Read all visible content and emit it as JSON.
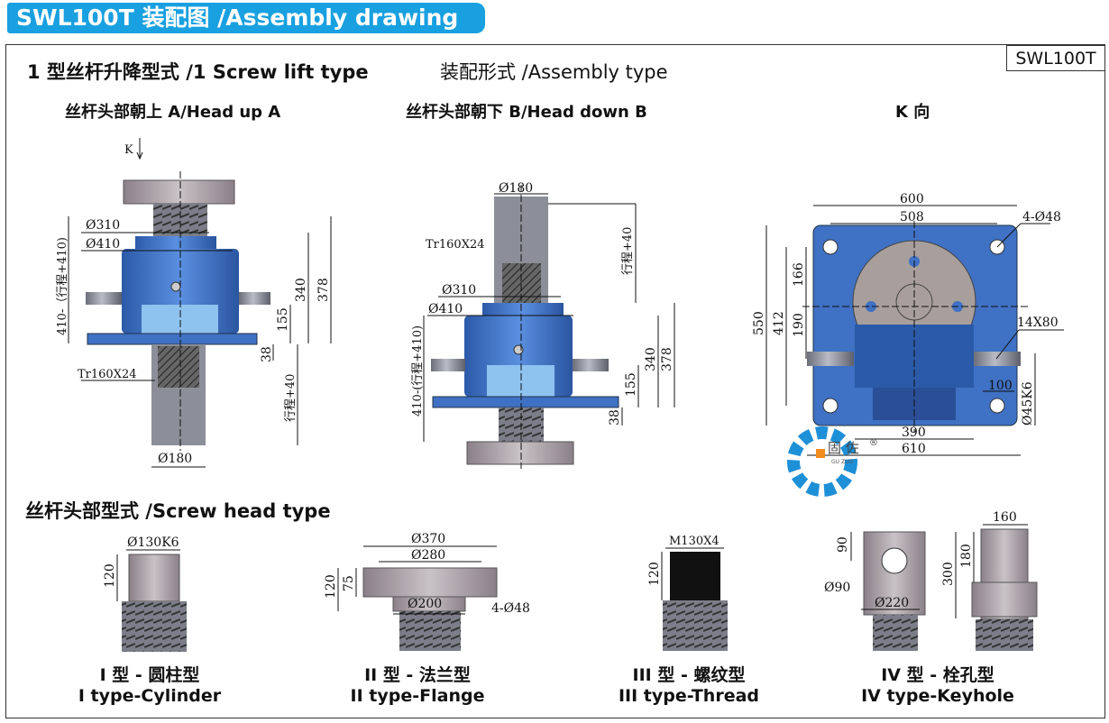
{
  "header": {
    "title": "SWL100T 装配图 /Assembly drawing",
    "model_box": "SWL100T"
  },
  "section1": {
    "title": "1 型丝杆升降型式 /1 Screw lift type",
    "subtitle": "装配形式 /Assembly type",
    "view_a": "丝杆头部朝上 A/Head up A",
    "view_b": "丝杆头部朝下 B/Head down B",
    "view_k": "K 向"
  },
  "drawing_a": {
    "k_label": "K",
    "d310": "Ø310",
    "d410": "Ø410",
    "total": "410-（行程+410)",
    "h340": "340",
    "h378": "378",
    "h155": "155",
    "h38": "38",
    "thread": "Tr160X24",
    "stroke": "行程+40",
    "d180": "Ø180"
  },
  "drawing_b": {
    "d180": "Ø180",
    "thread": "Tr160X24",
    "stroke": "行程+40",
    "d310": "Ø310",
    "d410": "Ø410",
    "total": "410-(行程+410)",
    "h340": "340",
    "h378": "378",
    "h155": "155",
    "h38": "38"
  },
  "drawing_k": {
    "w600": "600",
    "w508": "508",
    "holes": "4-Ø48",
    "h550": "550",
    "h412": "412",
    "h166": "166",
    "h190": "190",
    "key": "14X80",
    "w100": "100",
    "shaft": "Ø45K6",
    "w390": "390",
    "w610": "610"
  },
  "watermark": {
    "brand": "固 佐",
    "mark": "®",
    "small": "GU ZUO"
  },
  "section2": {
    "title": "丝杆头部型式 /Screw head type",
    "types": [
      {
        "cn": "I 型 - 圆柱型",
        "en": "I type-Cylinder",
        "dims": [
          "Ø130K6",
          "120"
        ]
      },
      {
        "cn": "II 型 - 法兰型",
        "en": "II type-Flange",
        "dims": [
          "Ø370",
          "Ø280",
          "120",
          "75",
          "Ø200",
          "4-Ø48"
        ]
      },
      {
        "cn": "III 型 - 螺纹型",
        "en": "III type-Thread",
        "dims": [
          "M130X4",
          "120"
        ]
      },
      {
        "cn": "IV 型 - 栓孔型",
        "en": "IV type-Keyhole",
        "dims": [
          "90",
          "Ø90",
          "Ø220",
          "160",
          "300",
          "180"
        ]
      }
    ]
  },
  "colors": {
    "accent": "#19a0e0",
    "housing_blue": "#3f71c4",
    "steel_gray": "#8c8f99"
  }
}
